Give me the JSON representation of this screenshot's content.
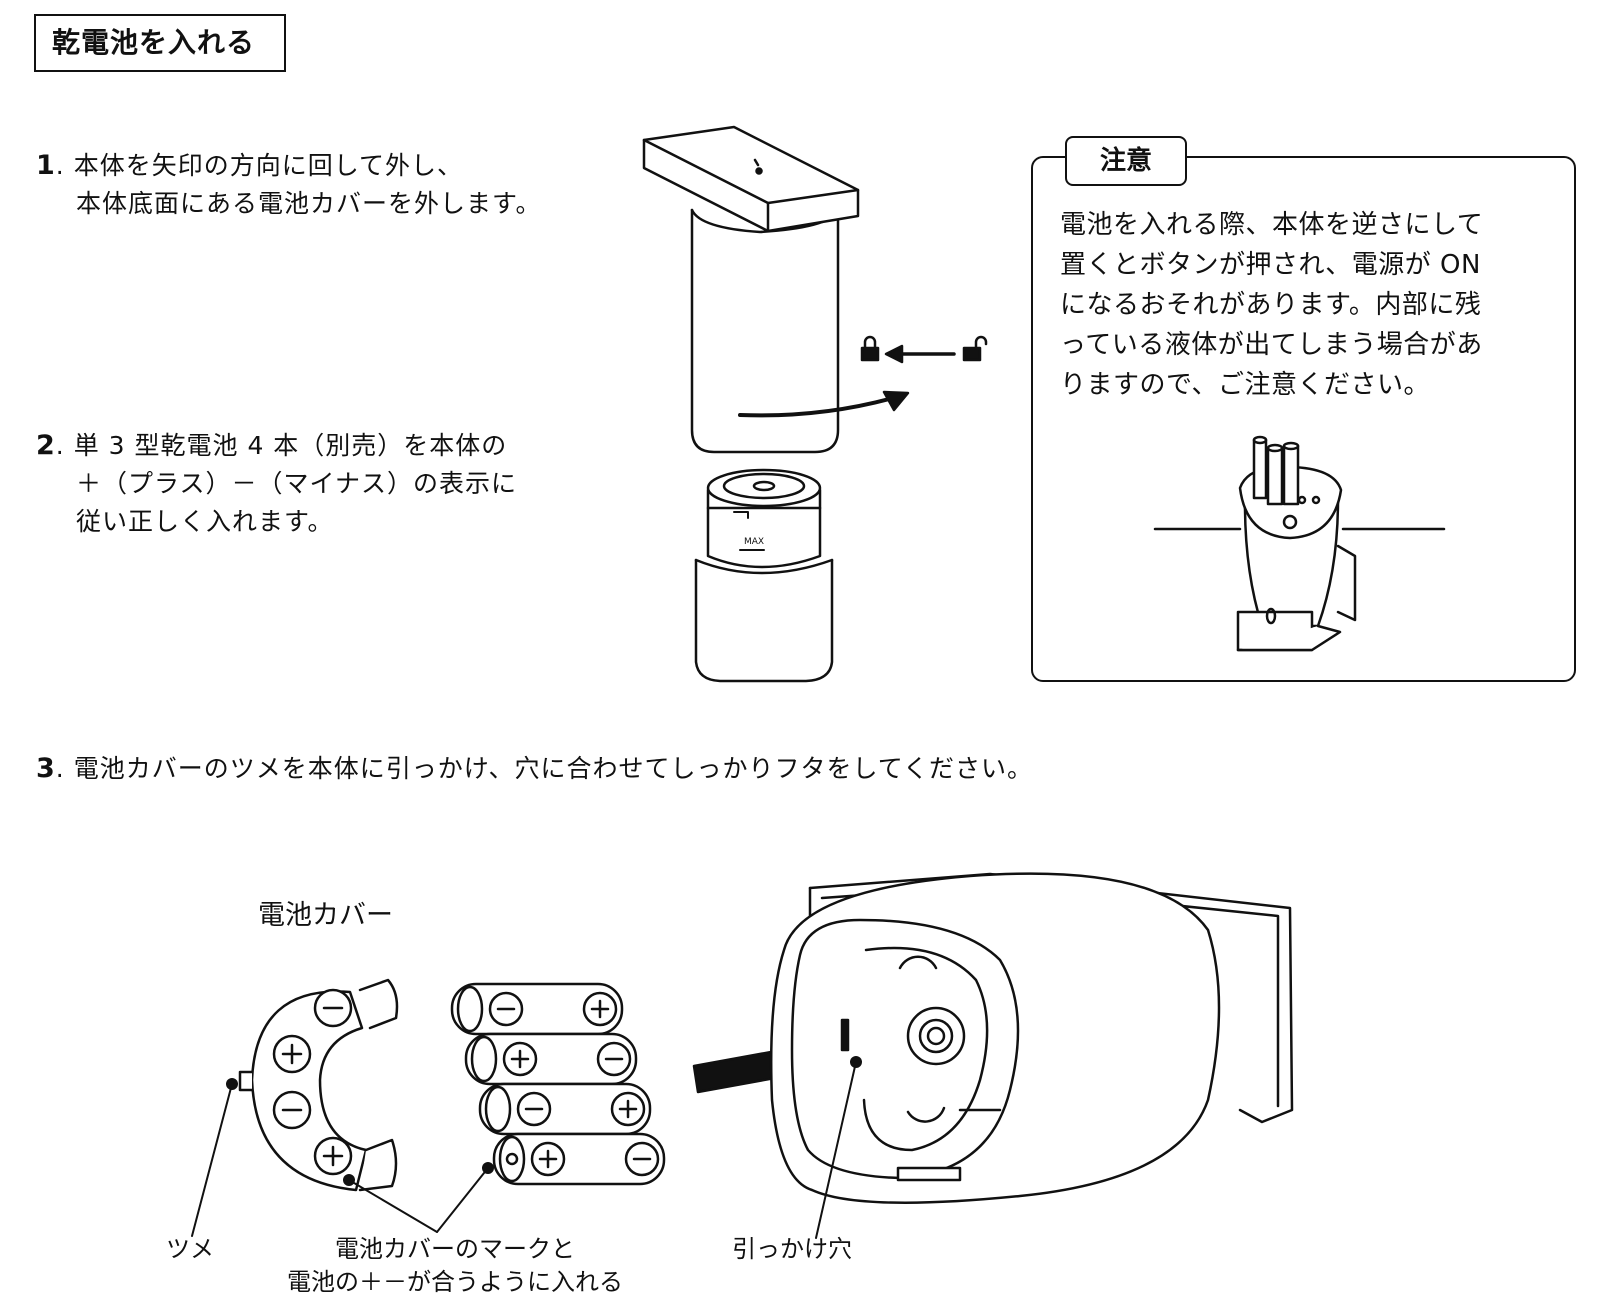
{
  "section_title": "乾電池を入れる",
  "steps": [
    {
      "num": "1",
      "lines": [
        "本体を矢印の方向に回して外し、",
        "本体底面にある電池カバーを外します。"
      ]
    },
    {
      "num": "2",
      "lines": [
        "単 3 型乾電池 4 本（別売）を本体の",
        "＋（プラス）－（マイナス）の表示に",
        "従い正しく入れます。"
      ]
    },
    {
      "num": "3",
      "lines": [
        "電池カバーのツメを本体に引っかけ、穴に合わせてしっかりフタをしてください。"
      ]
    }
  ],
  "caution": {
    "title": "注意",
    "lines": [
      "電池を入れる際、本体を逆さにして",
      "置くとボタンが押され、電源が ON",
      "になるおそれがあります。内部に残",
      "っている液体が出てしまう場合があ",
      "りますので、ご注意ください。"
    ]
  },
  "labels": {
    "battery_cover": "電池カバー",
    "tab": "ツメ",
    "marks_line1": "電池カバーのマークと",
    "marks_line2": "電池の＋－が合うように入れる",
    "hook_hole": "引っかけ穴",
    "max": "MAX"
  },
  "icons": [
    "lock-icon",
    "unlock-icon",
    "arrow-left-icon",
    "rotate-arrow-icon",
    "push-arrow-icon",
    "plus-icon",
    "minus-icon"
  ]
}
